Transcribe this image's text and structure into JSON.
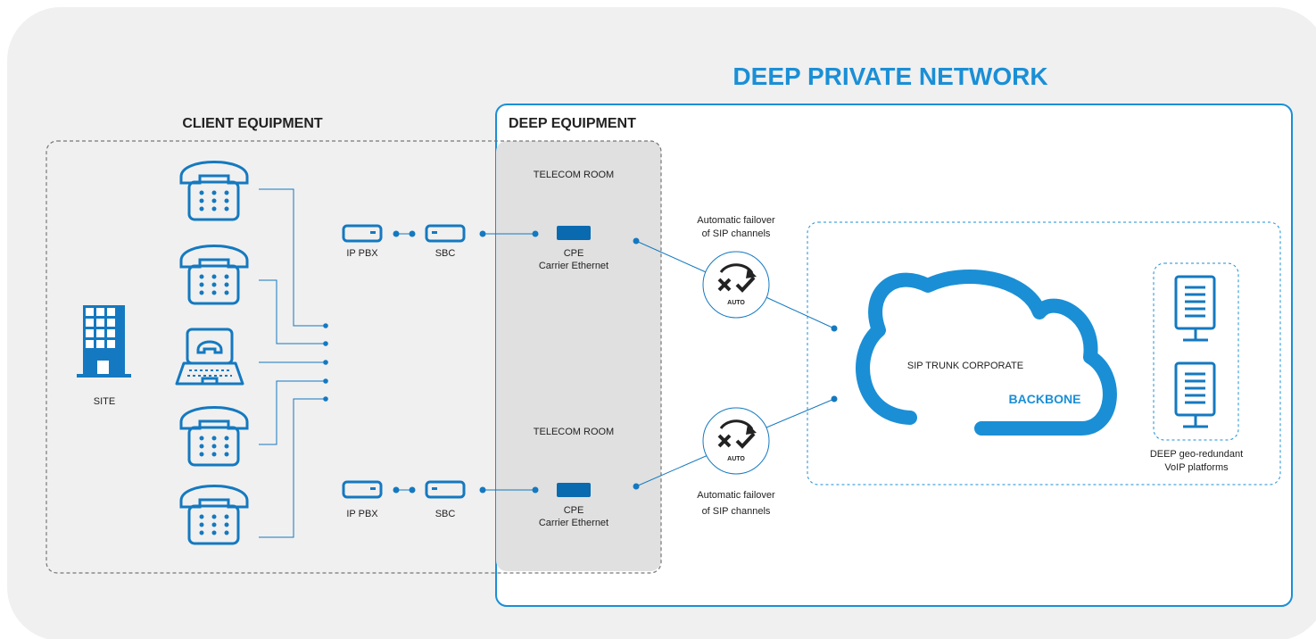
{
  "network_title": "DEEP PRIVATE NETWORK",
  "client_equipment": {
    "title": "CLIENT EQUIPMENT",
    "site_label": "SITE",
    "top_devices": [
      "IP PBX",
      "SBC"
    ],
    "bottom_devices": [
      "IP PBX",
      "SBC"
    ]
  },
  "deep_equipment": {
    "title": "DEEP EQUIPMENT",
    "telecom_rooms": [
      {
        "label": "TELECOM ROOM",
        "cpe_line1": "CPE",
        "cpe_line2": "Carrier Ethernet"
      },
      {
        "label": "TELECOM ROOM",
        "cpe_line1": "CPE",
        "cpe_line2": "Carrier Ethernet"
      }
    ]
  },
  "failover": [
    {
      "line1": "Automatic failover",
      "line2": "of SIP channels",
      "badge": "AUTO"
    },
    {
      "line1": "Automatic failover",
      "line2": "of SIP channels",
      "badge": "AUTO"
    }
  ],
  "backbone": {
    "cloud_label": "SIP TRUNK CORPORATE",
    "backbone_label": "BACKBONE",
    "platforms_line1": "DEEP geo-redundant",
    "platforms_line2": "VoIP platforms"
  },
  "colors": {
    "brand_blue": "#1a8fd6",
    "icon_blue": "#1479c0",
    "deep_navy": "#0a6ab0",
    "telecom_room_gray": "#e0e0e0",
    "outer_panel_gray": "#f0f0f0"
  },
  "icons": [
    "telephone-icon",
    "laptop-phone-icon",
    "building-icon",
    "router-icon",
    "failover-icon",
    "cloud-icon",
    "server-icon"
  ]
}
